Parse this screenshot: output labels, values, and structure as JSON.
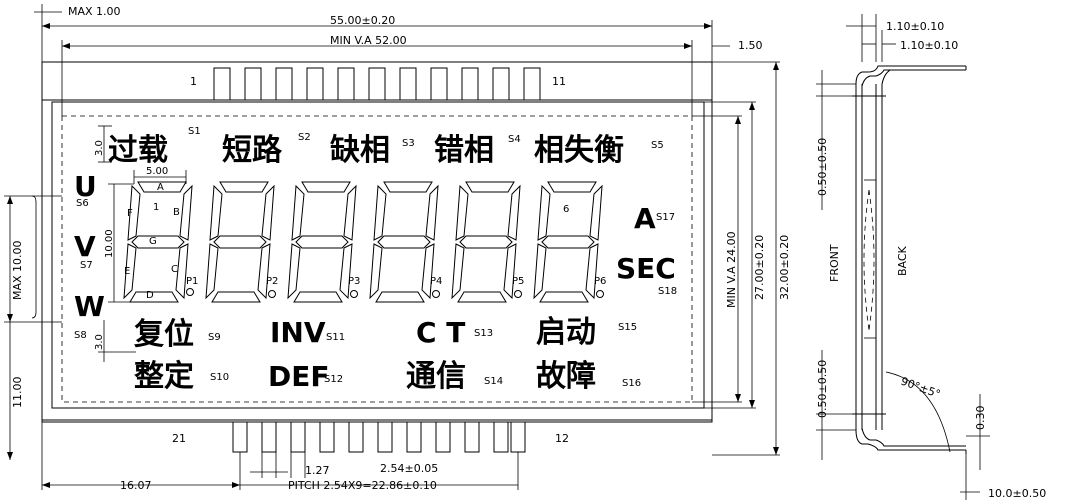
{
  "dims": {
    "max_thickness": "MAX 1.00",
    "overall_width": "55.00±0.20",
    "min_va_width": "MIN V.A 52.00",
    "right_offset": "1.50",
    "max_height_left": "MAX 10.00",
    "bottom_left": "11.00",
    "pin_offset": "16.07",
    "pin_pitch_small": "1.27",
    "pin_pitch": "2.54±0.05",
    "pin_pitch_total": "PITCH 2.54X9=22.86±0.10",
    "min_va_height": "MIN V.A 24.00",
    "height_27": "27.00±0.20",
    "height_32": "32.00±0.20",
    "digit_width": "5.00",
    "digit_height": "10.00",
    "icon_height_top": "3.0",
    "icon_height_bottom": "3.0",
    "side_top_1": "1.10±0.10",
    "side_top_2": "1.10±0.10",
    "side_upper": "0.50±0.50",
    "side_lower": "0.50±0.50",
    "angle": "90°±5°",
    "side_small": "0.30",
    "side_bottom": "10.0±0.50",
    "front": "FRONT",
    "back": "BACK"
  },
  "pins": {
    "first_top": "1",
    "last_top": "11",
    "first_bottom": "21",
    "last_bottom": "12"
  },
  "icons": {
    "s1": {
      "text": "过载",
      "label": "S1"
    },
    "s2": {
      "text": "短路",
      "label": "S2"
    },
    "s3": {
      "text": "缺相",
      "label": "S3"
    },
    "s4": {
      "text": "错相",
      "label": "S4"
    },
    "s5": {
      "text": "相失衡",
      "label": "S5"
    },
    "s6": {
      "text": "U",
      "label": "S6"
    },
    "s7": {
      "text": "V",
      "label": "S7"
    },
    "s8": {
      "text": "W",
      "label": "S8"
    },
    "s9": {
      "text": "复位",
      "label": "S9"
    },
    "s10": {
      "text": "整定",
      "label": "S10"
    },
    "s11": {
      "text": "INV",
      "label": "S11"
    },
    "s12": {
      "text": "DEF",
      "label": "S12"
    },
    "s13": {
      "text": "C T",
      "label": "S13"
    },
    "s14": {
      "text": "通信",
      "label": "S14"
    },
    "s15": {
      "text": "启动",
      "label": "S15"
    },
    "s16": {
      "text": "故障",
      "label": "S16"
    },
    "s17": {
      "text": "A",
      "label": "S17"
    },
    "s18": {
      "text": "SEC",
      "label": "S18"
    }
  },
  "segments": {
    "a": "A",
    "b": "B",
    "c": "C",
    "d": "D",
    "e": "E",
    "f": "F",
    "g": "G",
    "digit1": "1",
    "digit6": "6"
  },
  "points": [
    "P1",
    "P2",
    "P3",
    "P4",
    "P5",
    "P6"
  ]
}
